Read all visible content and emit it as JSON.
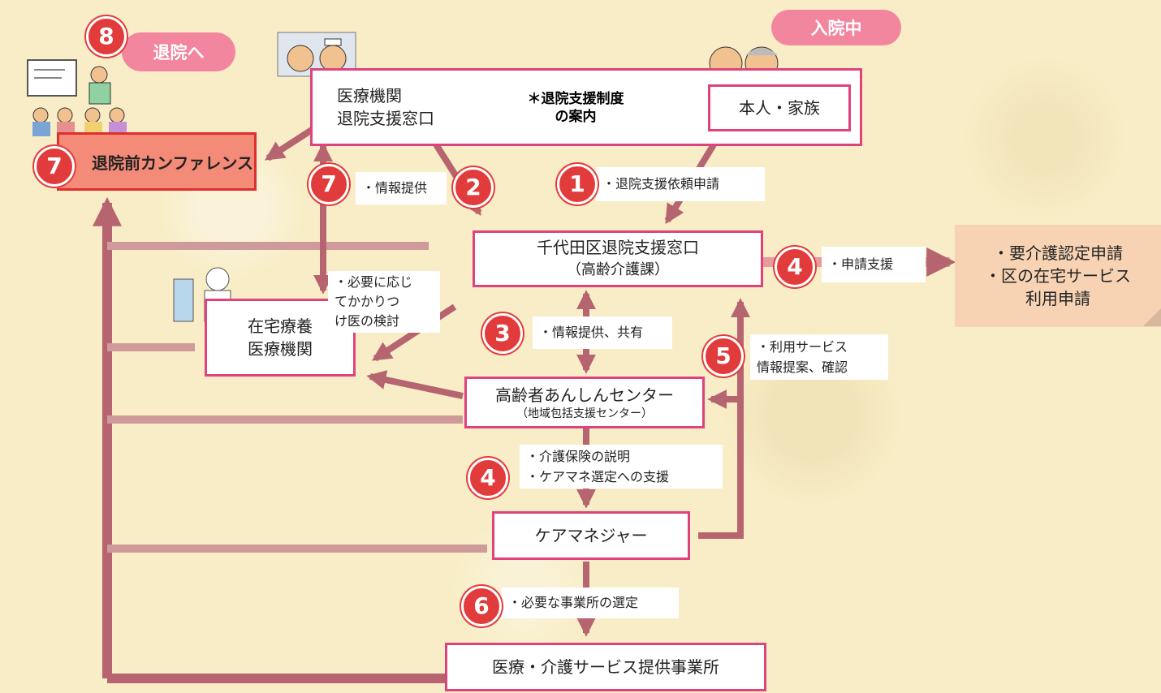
{
  "clouds": {
    "discharge": "退院へ",
    "hospitalized": "入院中"
  },
  "nodes": {
    "hospital_window": [
      "医療機関",
      "退院支援窓口"
    ],
    "patient_family": "本人・家族",
    "conference": "退院前カンファレンス",
    "chiyoda_window": "千代田区退院支援窓口",
    "chiyoda_window_sub": "（高齢介護課）",
    "home_care": [
      "在宅療養",
      "医療機関"
    ],
    "anshin_center": "高齢者あんしんセンター",
    "anshin_center_sub": "（地域包括支援センター）",
    "care_manager": "ケアマネジャー",
    "service_provider": "医療・介護サービス提供事業所",
    "application": [
      "・要介護認定申請",
      "・区の在宅サービス",
      "利用申請"
    ]
  },
  "notice": [
    "＊退院支援制度",
    "の案内"
  ],
  "labels": {
    "step1": "・退院支援依頼申請",
    "step2": "・情報提供",
    "step3": "・情報提供、共有",
    "step4_right": "・申請支援",
    "step4_down": [
      "・介護保険の説明",
      "・ケアマネ選定への支援"
    ],
    "step5": [
      "・利用サービス",
      "情報提案、確認"
    ],
    "step6": "・必要な事業所の選定",
    "step7": [
      "・必要に応じ",
      "てかかりつ",
      "け医の検討"
    ]
  },
  "numbers": {
    "n1": "1",
    "n2": "2",
    "n3": "3",
    "n4a": "4",
    "n4b": "4",
    "n5": "5",
    "n6": "6",
    "n7a": "7",
    "n7b": "7",
    "n8": "8"
  },
  "colors": {
    "box_border": "#e0427e",
    "arrow": "#b56470",
    "number_circle": "#e23b3b",
    "cloud": "#f3869f",
    "background": "#f8edc6"
  }
}
